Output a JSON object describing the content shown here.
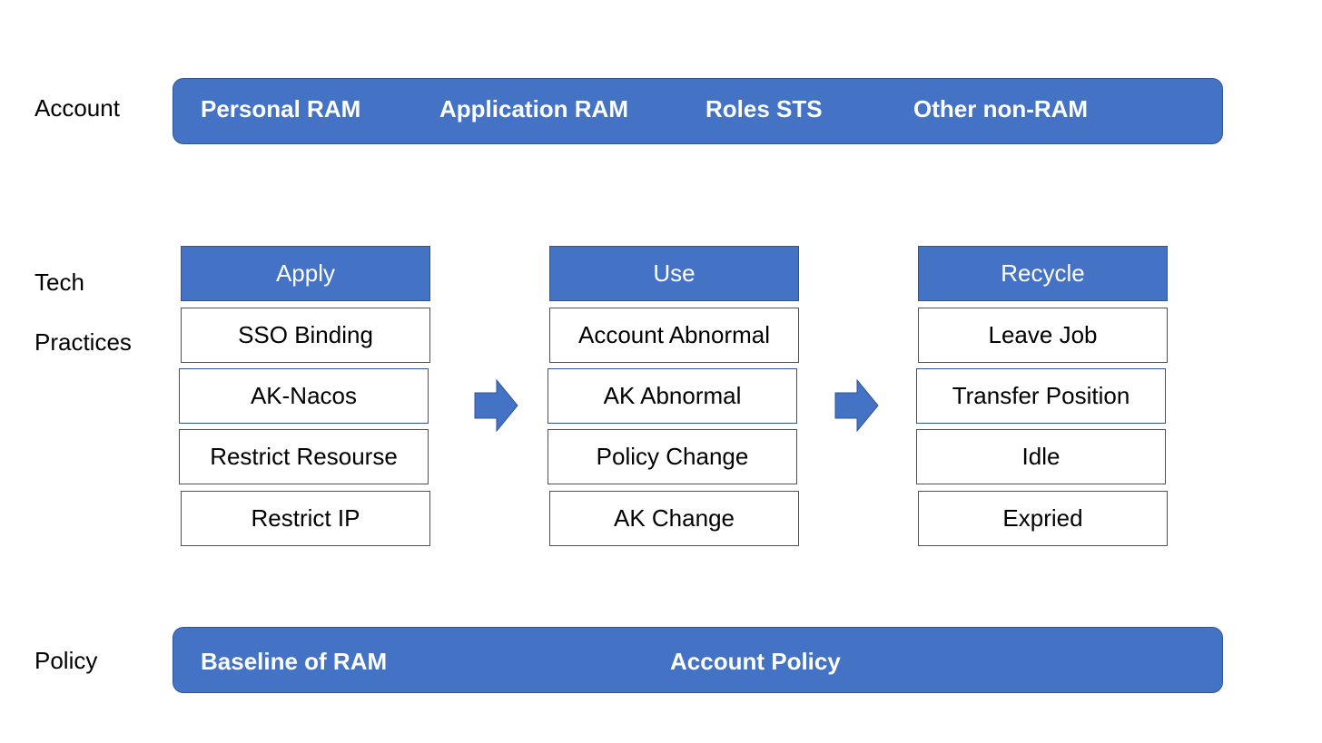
{
  "colors": {
    "primary": "#4472c4",
    "border": "#2f5597",
    "background": "#ffffff"
  },
  "labels": {
    "account": "Account",
    "tech": "Tech",
    "practices": "Practices",
    "policy": "Policy"
  },
  "account_band": {
    "items": [
      "Personal RAM",
      "Application RAM",
      "Roles STS",
      "Other non-RAM"
    ]
  },
  "columns": [
    {
      "header": "Apply",
      "items": [
        "SSO Binding",
        "AK-Nacos",
        "Restrict Resourse",
        "Restrict IP"
      ]
    },
    {
      "header": "Use",
      "items": [
        "Account Abnormal",
        "AK Abnormal",
        "Policy Change",
        "AK Change"
      ]
    },
    {
      "header": "Recycle",
      "items": [
        "Leave Job",
        "Transfer Position",
        "Idle",
        "Expried"
      ]
    }
  ],
  "arrows": [
    "right-arrow-icon",
    "right-arrow-icon"
  ],
  "policy_band": {
    "items": [
      "Baseline of RAM",
      "Account Policy"
    ]
  }
}
